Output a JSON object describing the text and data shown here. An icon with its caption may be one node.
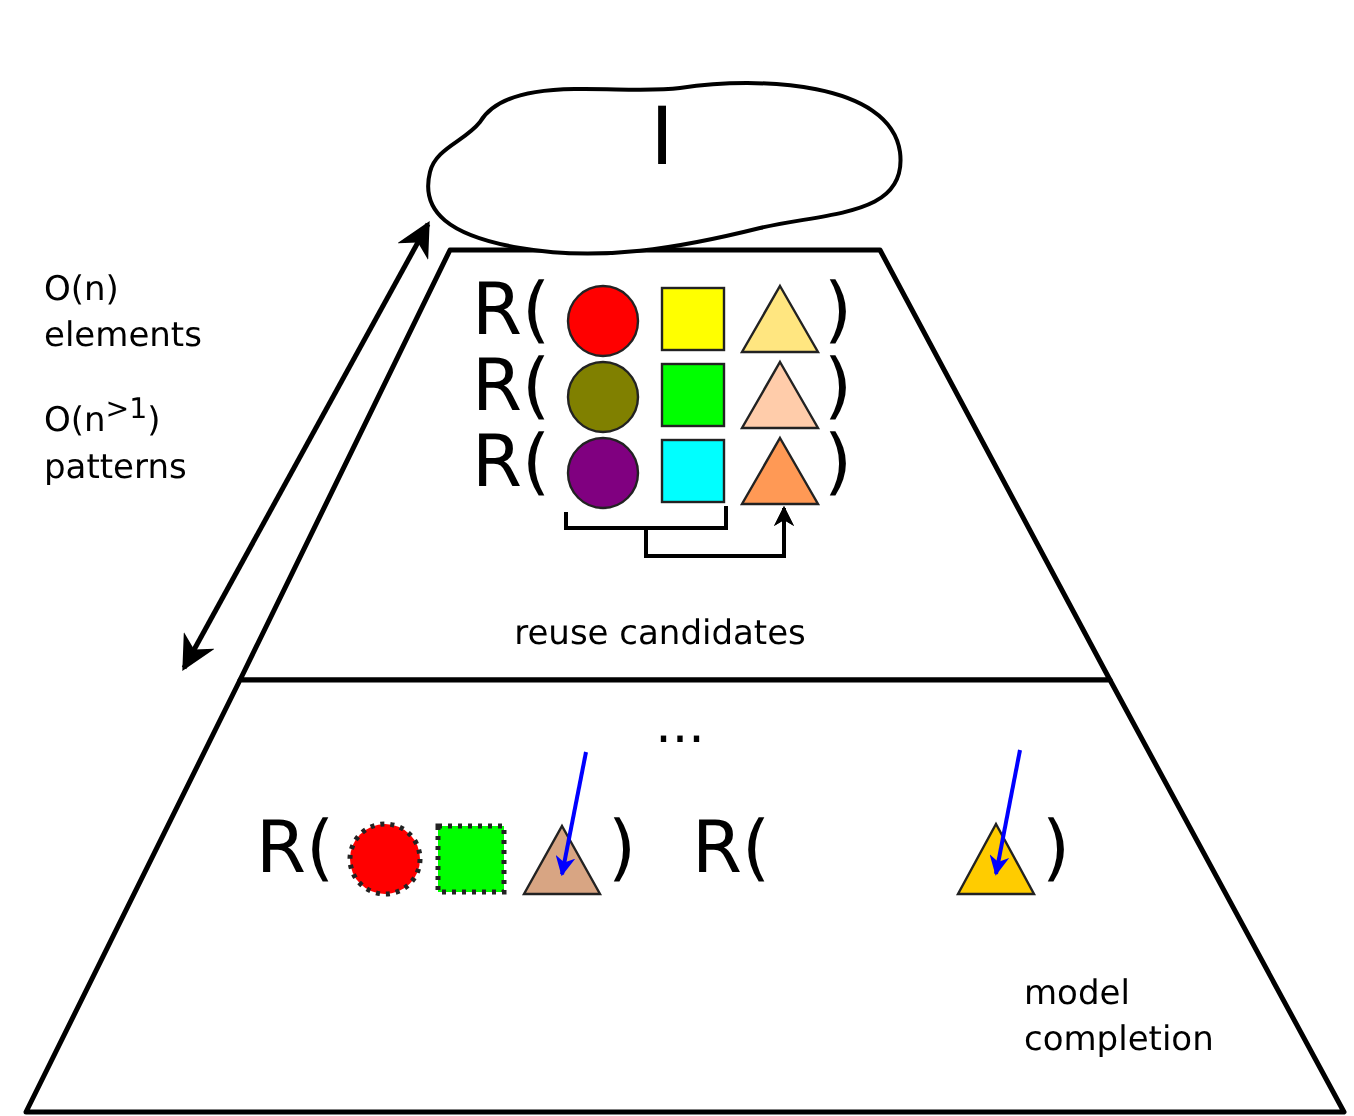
{
  "diagram": {
    "nodes": [
      {
        "text": [
          "I"
        ]
      },
      {
        "text": [
          "reuse candidates"
        ]
      },
      {
        "text": [
          "...",
          "model completion"
        ]
      },
      {
        "text": [],
        "shape": "circle",
        "in": 1
      },
      {
        "text": [],
        "shape": "box",
        "in": 1
      },
      {
        "text": [],
        "shape": "triangle",
        "in": 1
      },
      {
        "text": [],
        "shape": "circle",
        "in": 1
      },
      {
        "text": [],
        "shape": "box",
        "in": 1
      },
      {
        "text": [],
        "shape": "triangle",
        "in": 1
      },
      {
        "text": [],
        "shape": "circle",
        "in": 1
      },
      {
        "text": [],
        "shape": "box",
        "in": 1
      },
      {
        "text": [],
        "shape": "triangle",
        "in": 1
      },
      {
        "text": [],
        "shape": "circle",
        "in": 2
      },
      {
        "text": [],
        "shape": "box",
        "in": 2
      },
      {
        "text": [],
        "shape": "triangle",
        "in": 2
      },
      {
        "text": [],
        "shape": "triangle",
        "in": 2
      }
    ],
    "edges": [
      {
        "from": 9,
        "to": 11,
        "arrow": "to",
        "color": "#000000"
      },
      {
        "from": 10,
        "to": 11,
        "arrow": "to",
        "color": "#000000"
      },
      {
        "from": null,
        "to": 14,
        "arrow": "to",
        "color": "#0000ff"
      },
      {
        "from": null,
        "to": 15,
        "arrow": "to",
        "color": "#0000ff"
      }
    ],
    "labels": [
      "O(n) elements",
      "O(n$^{>1}$) patterns",
      "R(",
      ")",
      "R(",
      ")",
      "R(",
      ")",
      "R(",
      ")",
      "R(",
      ")"
    ]
  }
}
